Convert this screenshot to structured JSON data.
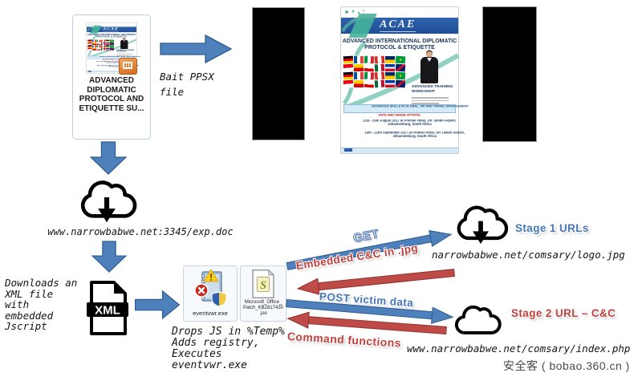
{
  "bait": {
    "caption": "ADVANCED\nDIPLOMATIC\nPROTOCOL AND\nETIQUETTE SU...",
    "label": "Bait PPSX\nfile"
  },
  "poster": {
    "logo": "ACAE",
    "title": "ADVANCED INTERNATIONAL DIPLOMATIC\nPROTOCOL & ETIQUETTE",
    "workshop": "ADVANCED TRAINING\nWORKSHOP",
    "banner": "ADVANCED SKILLS IN GLOBAL, VIP AND TRAVEL MANAGEMENT",
    "date_header": "DATE AND VENUE OPTIONS",
    "date1": "21st - 25th August 2017 at Premier Hotel, OR Tambo Airport,\nJohannesburg, South Africa",
    "date2": "18th - 22nd September 2017 at Premier Hotel, OR Tambo Airport,\nJohannesburg, South Africa"
  },
  "stage0": {
    "url": "www.narrowbabwe.net:3345/exp.doc"
  },
  "xml": {
    "note": "Downloads an\nXML file\nwith\nembedded\nJscript",
    "icon_text": "XML"
  },
  "files": {
    "exe": "eventvwr.exe",
    "jse": "Microsoft_Office_\nPatch_KB2817430\n.jse",
    "jse_icon_glyph": "S",
    "drops_note": "Drops JS in %Temp%\nAdds registry,\nExecutes\neventvwr.exe"
  },
  "c2": {
    "get": "GET",
    "embedded": "Embedded C&C in .jpg",
    "post": "POST victim data",
    "command": "Command functions",
    "stage1_label": "Stage 1 URLs",
    "stage1_url": "narrowbabwe.net/comsary/logo.jpg",
    "stage2_label": "Stage 2 URL – C&C",
    "stage2_url": "www.narrowbabwe.net/comsary/index.php"
  },
  "watermark": "安全客 ( bobao.360.cn )",
  "colors": {
    "arrow_blue": "#4E80BC",
    "arrow_blue_dark": "#2E5B8F",
    "arrow_red": "#BE4B48",
    "arrow_red_dark": "#8E3330",
    "label_blue": "#4577b8",
    "label_red": "#c2403c"
  }
}
